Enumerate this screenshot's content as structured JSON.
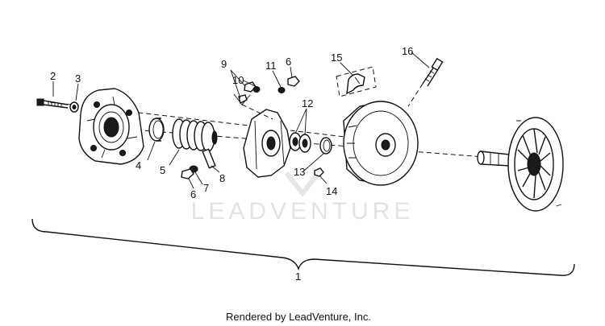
{
  "watermark": "LEADVENTURE",
  "footer": "Rendered by LeadVenture, Inc.",
  "callouts": [
    "1",
    "2",
    "3",
    "4",
    "5",
    "6",
    "6",
    "7",
    "8",
    "9",
    "10",
    "11",
    "12",
    "13",
    "14",
    "15",
    "16"
  ]
}
